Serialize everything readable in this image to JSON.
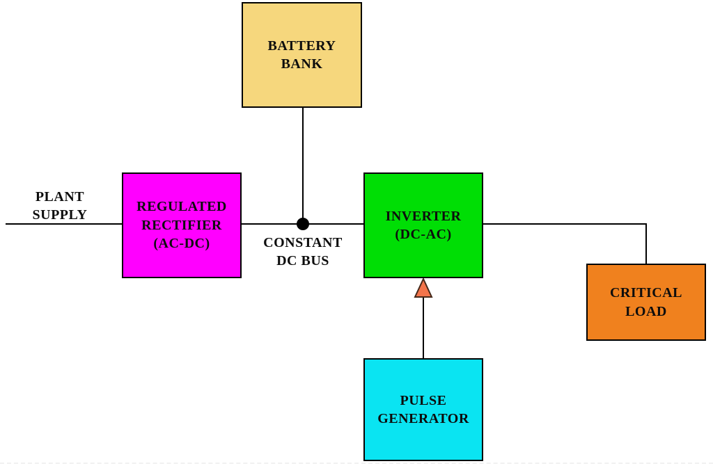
{
  "diagram": {
    "background_color": "#ffffff",
    "line_color": "#000000",
    "text_color": "#0d0d0d",
    "nodes": {
      "battery_bank": {
        "lines": [
          "BATTERY",
          "BANK"
        ],
        "color": "#f6d77d"
      },
      "regulated_rectifier": {
        "lines": [
          "REGULATED",
          "RECTIFIER",
          "(AC-DC)"
        ],
        "color": "#ff00ff"
      },
      "inverter": {
        "lines": [
          "INVERTER",
          "(DC-AC)"
        ],
        "color": "#00de05"
      },
      "critical_load": {
        "lines": [
          "CRITICAL",
          "LOAD"
        ],
        "color": "#f0811e"
      },
      "pulse_generator": {
        "lines": [
          "PULSE",
          "GENERATOR"
        ],
        "color": "#0ae4f2"
      }
    },
    "labels": {
      "plant_supply": {
        "lines": [
          "PLANT",
          "SUPPLY"
        ]
      },
      "constant_dc_bus": {
        "lines": [
          "CONSTANT",
          "DC BUS"
        ]
      }
    },
    "arrow": {
      "fill": "#f2744b",
      "stroke": "#44291a"
    },
    "junction_dot_color": "#000000"
  }
}
